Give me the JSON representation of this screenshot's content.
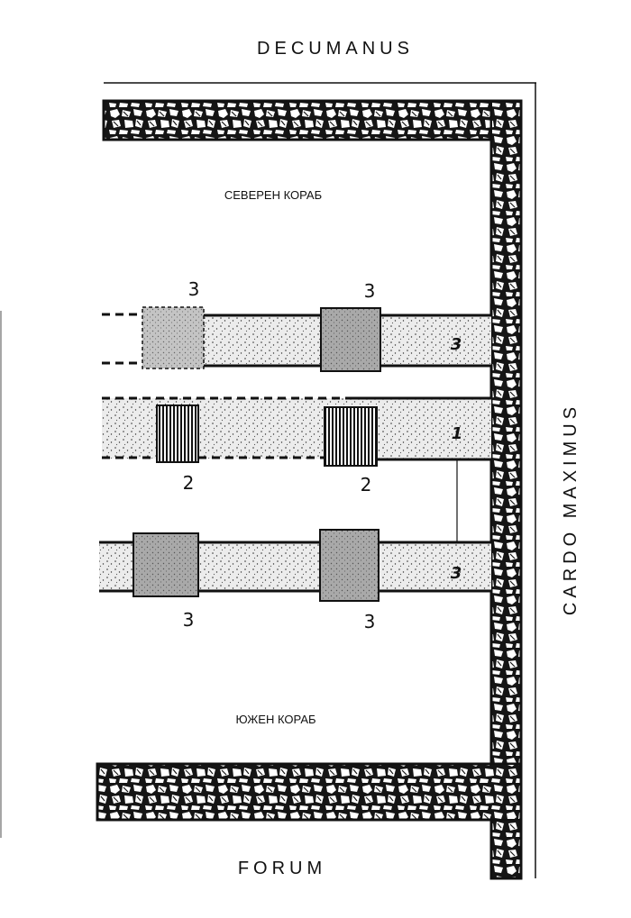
{
  "labels": {
    "top": "DECUMANUS",
    "bottom": "FORUM",
    "right": "CARDO MAXIMUS",
    "north_aisle": "СЕВЕРЕН КОРАБ",
    "south_aisle": "ЮЖЕН КОРАБ"
  },
  "rows": {
    "north": {
      "pier_labels": [
        "3",
        "3"
      ],
      "band_label": "3"
    },
    "middle": {
      "pier_labels": [
        "2",
        "2"
      ],
      "band_label": "1"
    },
    "south": {
      "pier_labels": [
        "3",
        "3"
      ],
      "band_label": "3"
    }
  }
}
